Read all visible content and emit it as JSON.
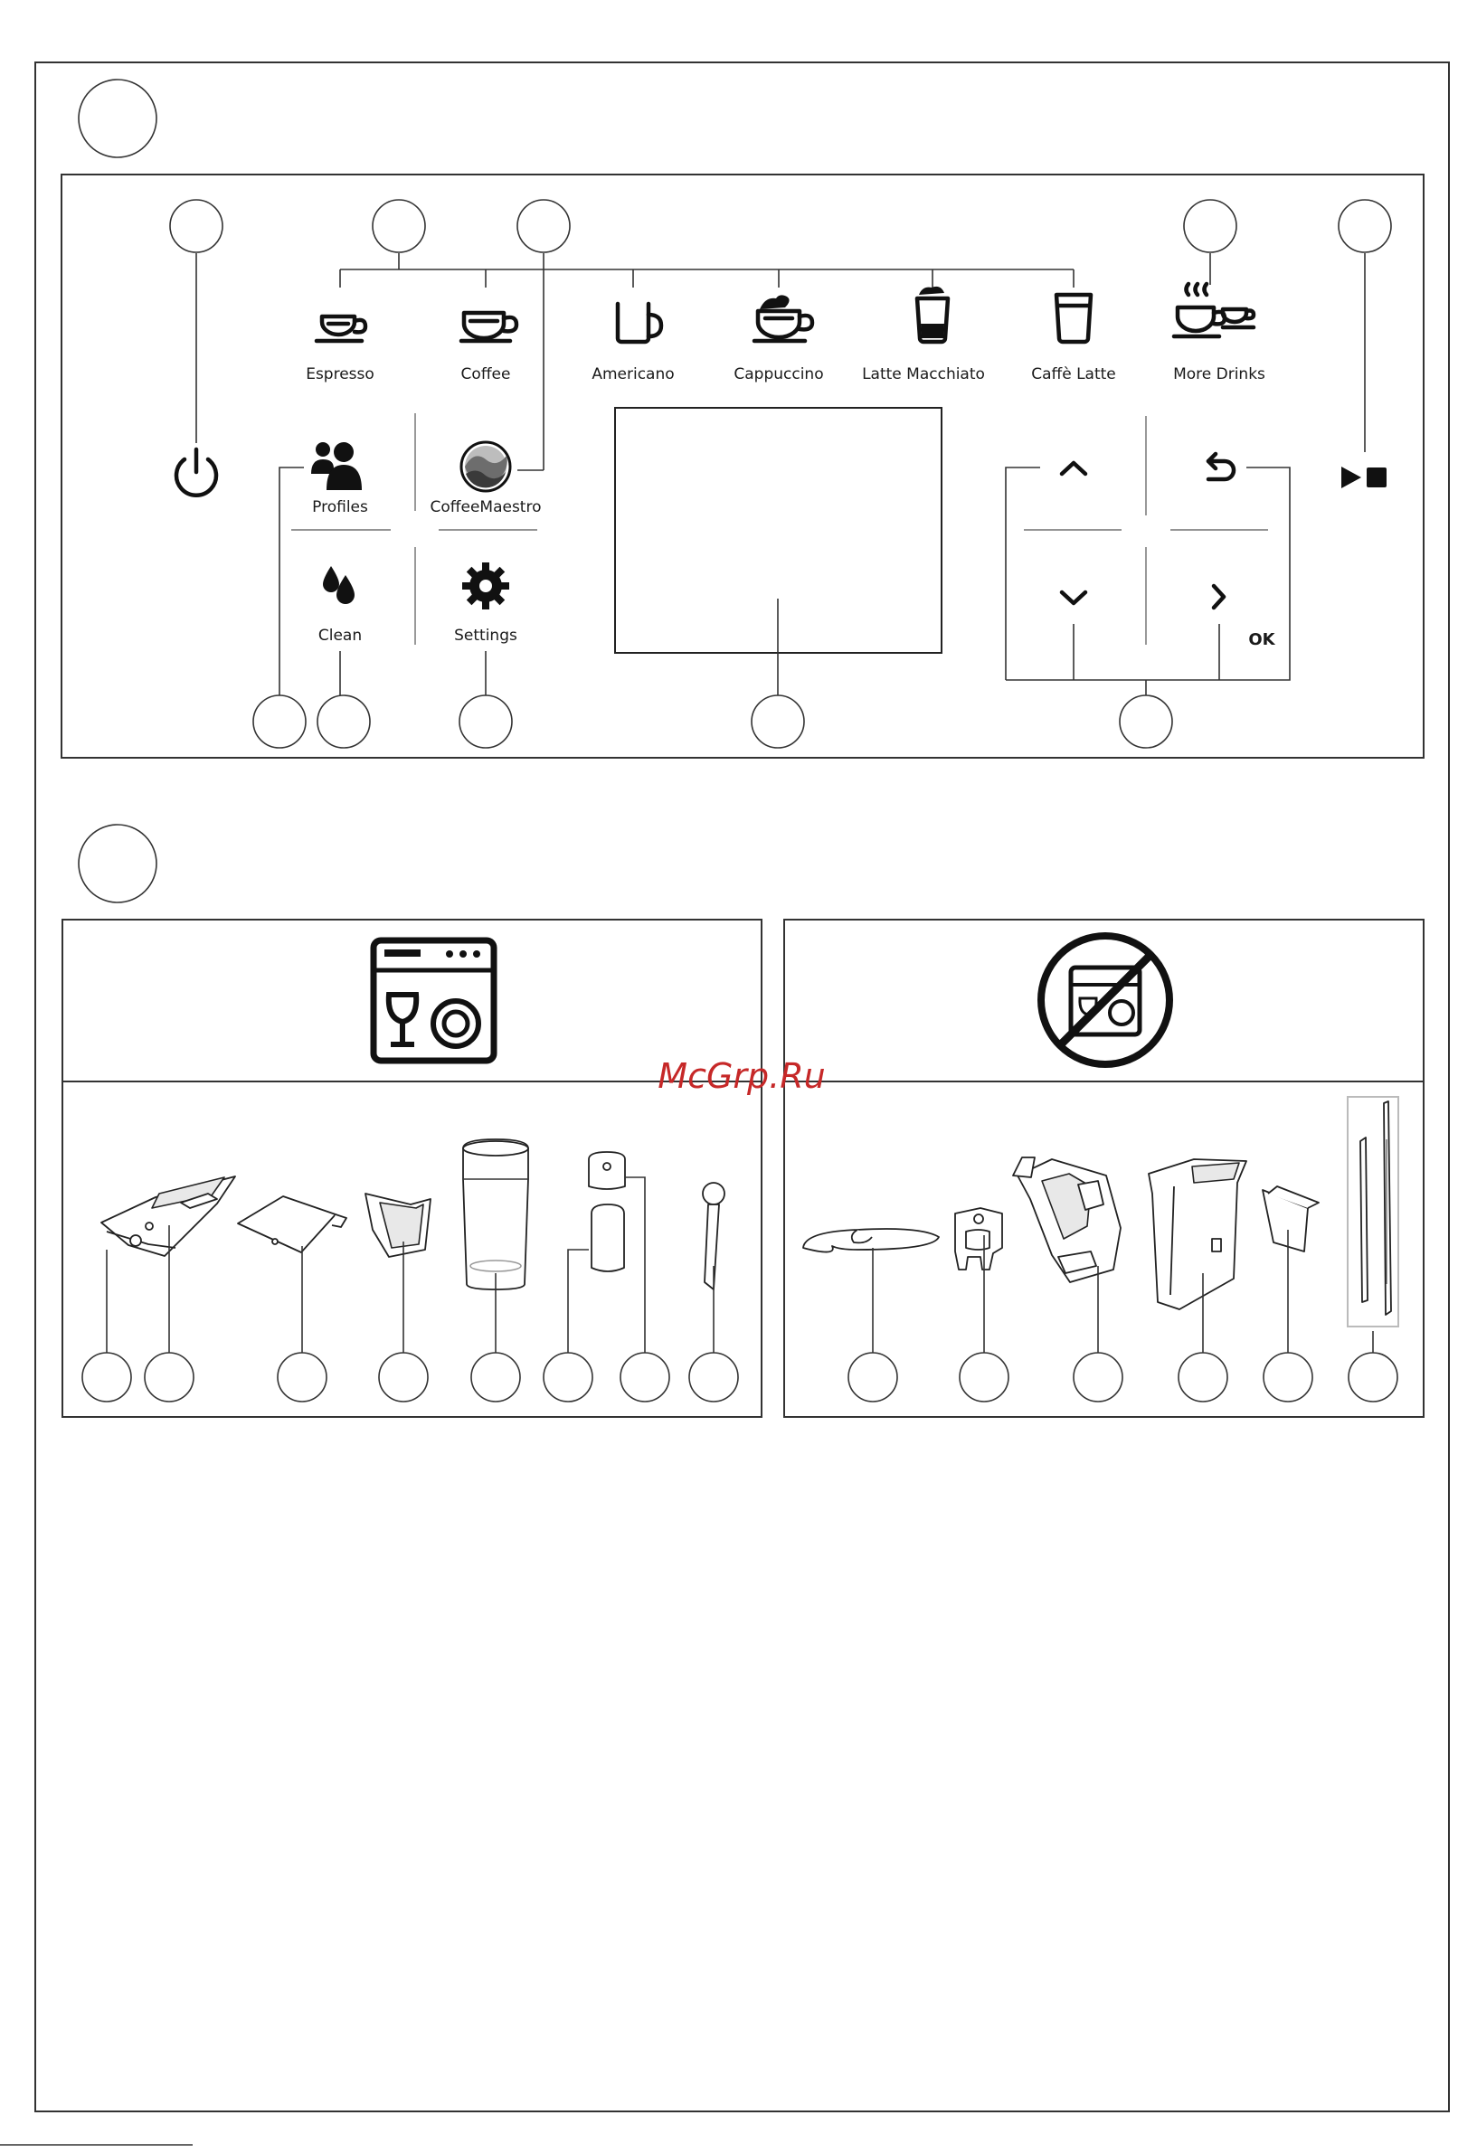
{
  "panel": {
    "drinks": [
      {
        "label": "Espresso",
        "icon": "espresso-cup-icon"
      },
      {
        "label": "Coffee",
        "icon": "coffee-cup-icon"
      },
      {
        "label": "Americano",
        "icon": "americano-mug-icon"
      },
      {
        "label": "Cappuccino",
        "icon": "cappuccino-cup-icon"
      },
      {
        "label": "Latte Macchiato",
        "icon": "latte-macchiato-glass-icon"
      },
      {
        "label": "Caffè Latte",
        "icon": "caffe-latte-glass-icon"
      },
      {
        "label": "More Drinks",
        "icon": "more-drinks-cups-icon"
      }
    ],
    "grid_buttons": [
      {
        "label": "Profiles",
        "icon": "profiles-icon"
      },
      {
        "label": "CoffeeMaestro",
        "icon": "coffeemaestro-dial-icon"
      },
      {
        "label": "Clean",
        "icon": "water-drops-icon"
      },
      {
        "label": "Settings",
        "icon": "gear-icon"
      }
    ],
    "nav": {
      "ok_label": "OK"
    },
    "icons": {
      "power": "power-icon",
      "start_stop": "start-stop-icon",
      "up": "chevron-up-icon",
      "down": "chevron-down-icon",
      "right": "chevron-right-icon",
      "back": "back-arrow-icon"
    }
  },
  "parts": {
    "dishwasher_safe_icon": "dishwasher-icon",
    "not_dishwasher_safe_icon": "no-dishwasher-icon"
  },
  "watermark": "McGrp.Ru",
  "colors": {
    "line": "#333333",
    "watermark": "#c62828",
    "background": "#ffffff"
  }
}
